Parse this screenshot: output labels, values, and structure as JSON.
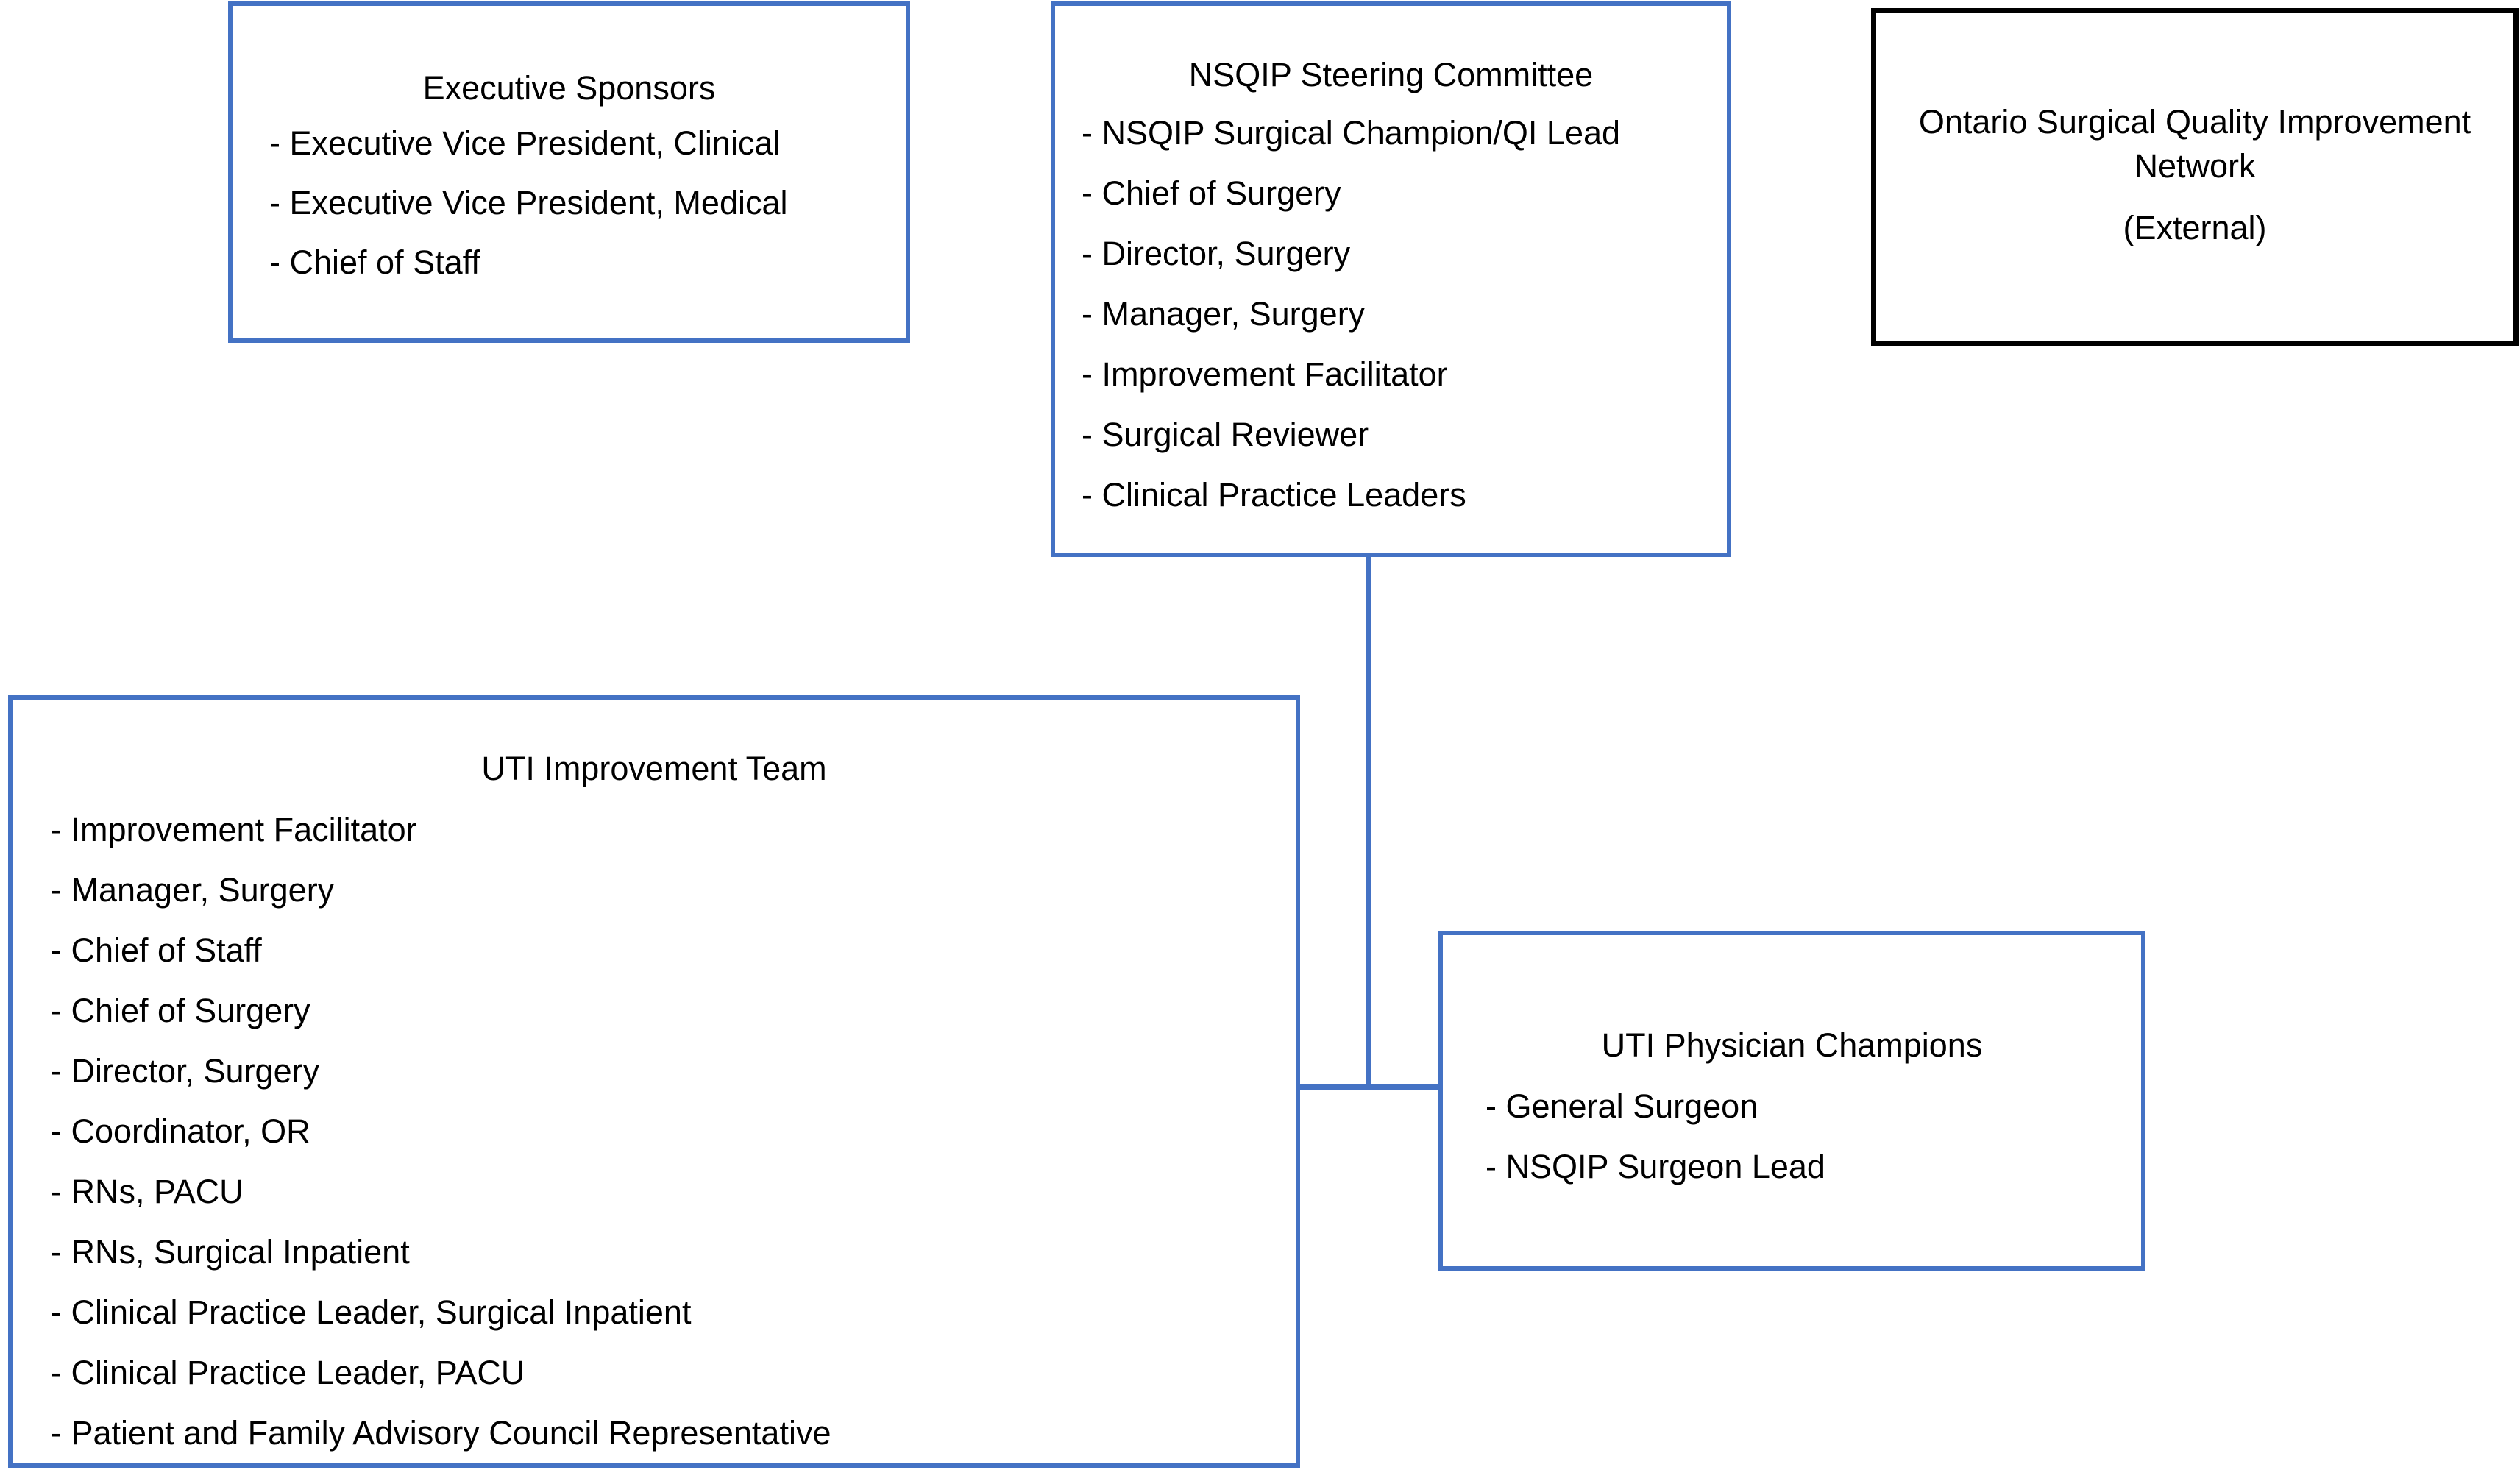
{
  "colors": {
    "blue_border": "#4472C4",
    "black_border": "#000000",
    "connector": "#4472C4",
    "text": "#000000",
    "background": "#ffffff"
  },
  "item_prefix": "- ",
  "boxes": {
    "executive_sponsors": {
      "title": "Executive Sponsors",
      "items": [
        "Executive Vice President, Clinical",
        "Executive Vice President, Medical",
        "Chief of Staff"
      ]
    },
    "nsqip_steering_committee": {
      "title": "NSQIP Steering Committee",
      "items": [
        "NSQIP Surgical Champion/QI Lead",
        "Chief of Surgery",
        "Director, Surgery",
        "Manager, Surgery",
        "Improvement Facilitator",
        "Surgical Reviewer",
        "Clinical Practice Leaders"
      ]
    },
    "ontario_network": {
      "title": "Ontario Surgical Quality Improvement Network",
      "subtitle": "(External)"
    },
    "uti_improvement_team": {
      "title": "UTI Improvement Team",
      "items": [
        "Improvement Facilitator",
        "Manager, Surgery",
        "Chief of Staff",
        "Chief of Surgery",
        "Director, Surgery",
        "Coordinator, OR",
        "RNs, PACU",
        "RNs, Surgical Inpatient",
        "Clinical Practice Leader, Surgical Inpatient",
        "Clinical Practice Leader, PACU",
        "Patient and Family Advisory Council Representative"
      ]
    },
    "uti_physician_champions": {
      "title": "UTI Physician Champions",
      "items": [
        "General Surgeon",
        "NSQIP Surgeon Lead"
      ]
    }
  }
}
